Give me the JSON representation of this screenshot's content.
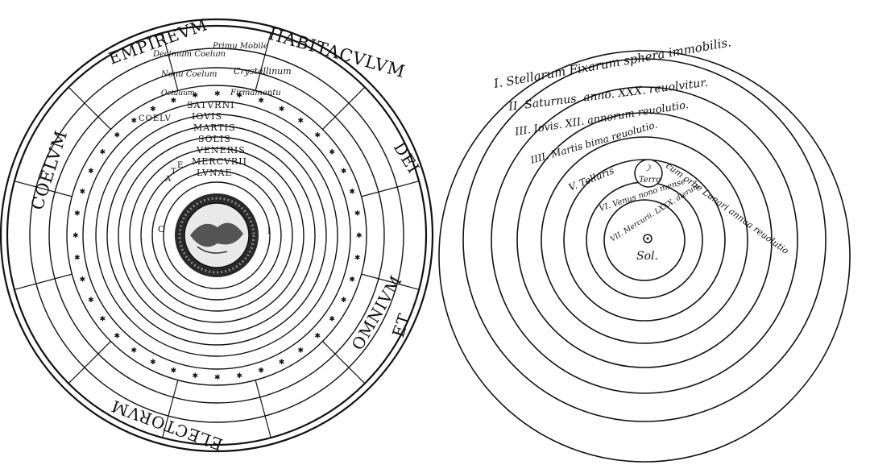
{
  "geocentric": {
    "outer_words": [
      "COELVM",
      "EMPIREVM",
      "HABITACVLVM",
      "DEI",
      "ET",
      "OMNIVM",
      "ELECTORVM"
    ],
    "sphere_labels": [
      "Decimum Coelum",
      "Primu Mobile",
      "Nonu Coelum",
      "Crystallinum",
      "Octauum",
      "Firmamentu"
    ],
    "planets": [
      "COELV",
      "SATVRNI",
      "IOVIS",
      "MARTIS",
      "SOLIS",
      "VENERIS",
      "MERCVRII",
      "LVNAE"
    ],
    "side_letters": [
      "O",
      "A",
      "T",
      "E",
      "I"
    ]
  },
  "heliocentric": {
    "labels": [
      "I. Stellarum Fixarum sphera immobilis.",
      "II. Saturnus, anno. XXX. reuolvitur.",
      "III. Iovis. XII. annorum reuolutio.",
      "IIII. Martis bima reuolutio.",
      "V. Telluris",
      "cum orbe Lunari annua reuolutio",
      "VI. Venus nono mense",
      "VII. Mercurii. LXXX. dierum",
      "Terra",
      "Sol."
    ]
  }
}
